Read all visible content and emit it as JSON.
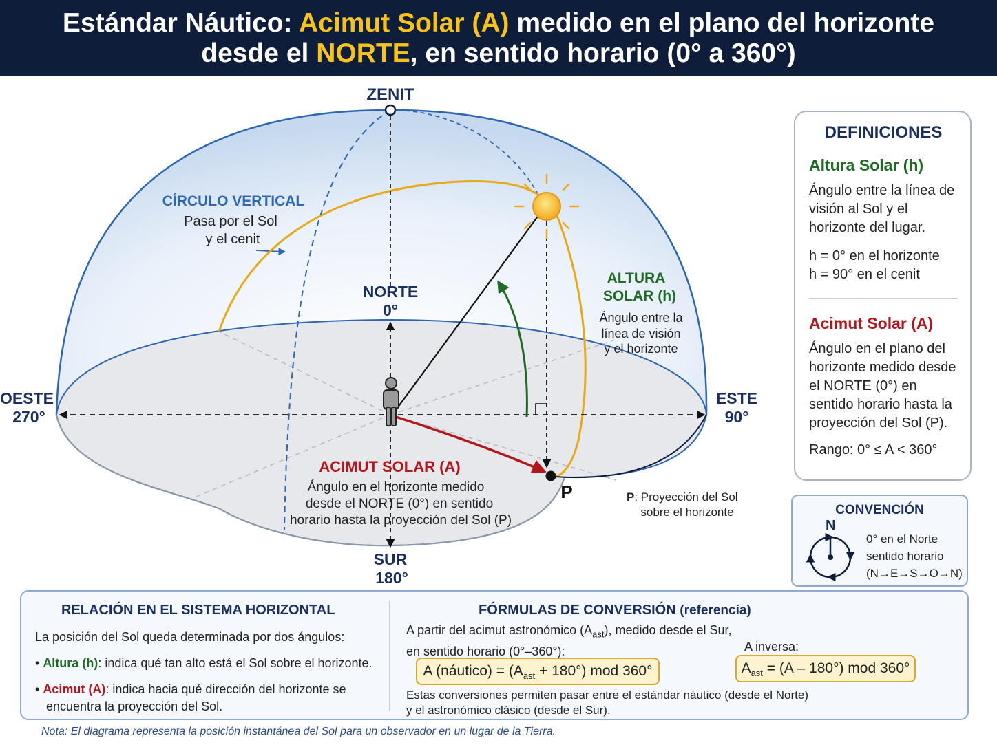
{
  "header": {
    "line1_pre": "Estándar Náutico: ",
    "line1_hl": "Acimut Solar (A)",
    "line1_post": " medido en el plano del horizonte",
    "line2_pre": "desde el ",
    "line2_hl": "NORTE",
    "line2_post": ", en sentido horario (0° a 360°)"
  },
  "diagram": {
    "zenith": "ZENIT",
    "north": [
      "NORTE",
      "0°"
    ],
    "south": [
      "SUR",
      "180°"
    ],
    "east": [
      "ESTE",
      "90°"
    ],
    "west": [
      "OESTE",
      "270°"
    ],
    "vertical_circle": {
      "title": "CÍRCULO VERTICAL",
      "lines": [
        "Pasa por el Sol",
        "y el cenit"
      ]
    },
    "altitude": {
      "title": [
        "ALTURA",
        "SOLAR (h)"
      ],
      "lines": [
        "Ángulo entre la",
        "línea de visión",
        "y el horizonte"
      ]
    },
    "azimuth": {
      "title": "ACIMUT SOLAR (A)",
      "lines": [
        "Ángulo en el horizonte medido",
        "desde el NORTE (0°) en sentido",
        "horario hasta la proyección del Sol (P)"
      ]
    },
    "p_label": "P",
    "p_note_key": "P",
    "p_note_rest": ": Proyección del Sol",
    "p_note_line2": "sobre el horizonte"
  },
  "definitions": {
    "title": "DEFINICIONES",
    "altitude_title": "Altura Solar (h)",
    "altitude_text": "Ángulo entre la línea de visión al Sol y el horizonte del lugar.",
    "altitude_h0": "h = 0° en el horizonte",
    "altitude_h90": "h = 90° en el cenit",
    "azimuth_title": "Acimut Solar (A)",
    "azimuth_text": "Ángulo en el plano del horizonte medido desde el NORTE (0°) en sentido horario hasta la proyección del Sol (P).",
    "range": "Rango: 0° ≤ A < 360°"
  },
  "convention": {
    "title": "CONVENCIÓN",
    "n": "N",
    "line1": "0° en el Norte",
    "line2": "sentido horario",
    "line3": "(N→E→S→O→N)"
  },
  "relation": {
    "title": "RELACIÓN EN EL SISTEMA HORIZONTAL",
    "intro": "La posición del Sol queda determinada por dos ángulos:",
    "b1_key": "Altura (h)",
    "b1_rest": ": indica qué tan alto está el Sol sobre el horizonte.",
    "b2_key": "Acimut (A)",
    "b2_rest": ": indica hacia qué dirección del horizonte se",
    "b2_line2": "encuentra la proyección del Sol."
  },
  "formulas": {
    "title": "FÓRMULAS DE CONVERSIÓN",
    "title_ref": "(referencia)",
    "intro_a": "A partir del acimut astronómico (A",
    "intro_sub": "ast",
    "intro_b": "), medido desde el Sur,",
    "intro_line2": "en sentido horario (0°–360°):",
    "f1_a": "A (náutico) = (A",
    "f1_sub": "ast",
    "f1_b": " + 180°) mod 360°",
    "inverse_label": "A inversa:",
    "f2_a": "A",
    "f2_sub": "ast",
    "f2_b": " = (A – 180°) mod 360°",
    "footer1": "Estas conversiones permiten pasar entre el estándar náutico (desde el Norte)",
    "footer2": "y el astronómico clásico (desde el Sur)."
  },
  "note": "Nota: El diagrama representa la posición instantánea del Sol para un observador en un lugar de la Tierra.",
  "colors": {
    "navy": "#0e1d3a",
    "gold": "#f7c21b",
    "dome_blue": "#2d67b1",
    "sun_path": "#e8a916",
    "altitude_green": "#1f6b26",
    "azimuth_red": "#b3171b"
  }
}
